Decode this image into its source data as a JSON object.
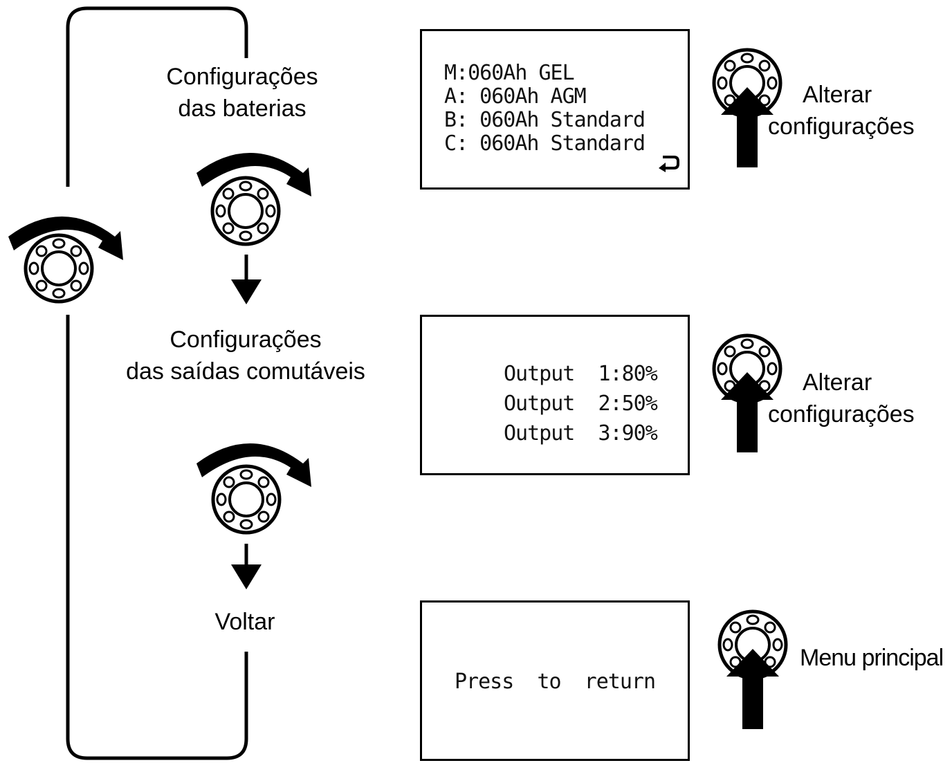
{
  "steps": {
    "battery": {
      "line1": "Configurações",
      "line2": "das baterias"
    },
    "outputs": {
      "line1": "Configurações",
      "line2": "das saídas comutáveis"
    },
    "back": {
      "label": "Voltar"
    }
  },
  "displays": {
    "battery": [
      "M:060Ah GEL",
      "A: 060Ah AGM",
      "B: 060Ah Standard",
      "C: 060Ah Standard"
    ],
    "outputs": [
      "Output  1:80%",
      "Output  2:50%",
      "Output  3:90%"
    ],
    "back": {
      "text": "Press  to  return"
    }
  },
  "actions": {
    "battery": {
      "line1": "Alterar",
      "line2": "configurações"
    },
    "outputs": {
      "line1": "Alterar",
      "line2": "configurações"
    },
    "back": {
      "label": "Menu principal"
    }
  },
  "icons": {
    "knob": "rotary-knob-icon",
    "rotate": "rotate-clockwise-arrow-icon",
    "press": "press-arrow-icon",
    "enter": "return-icon"
  }
}
